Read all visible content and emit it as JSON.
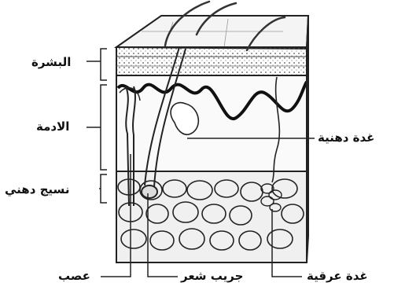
{
  "labels": {
    "epidermis": "البشرة",
    "dermis": "الادمة",
    "subcutaneous": "نسيج دهني",
    "nerve": "عصب",
    "hair_follicle": "جريب شعر",
    "sweat_gland": "غدة عرقية",
    "sebaceous_gland": "غدة دهنية"
  }
}
